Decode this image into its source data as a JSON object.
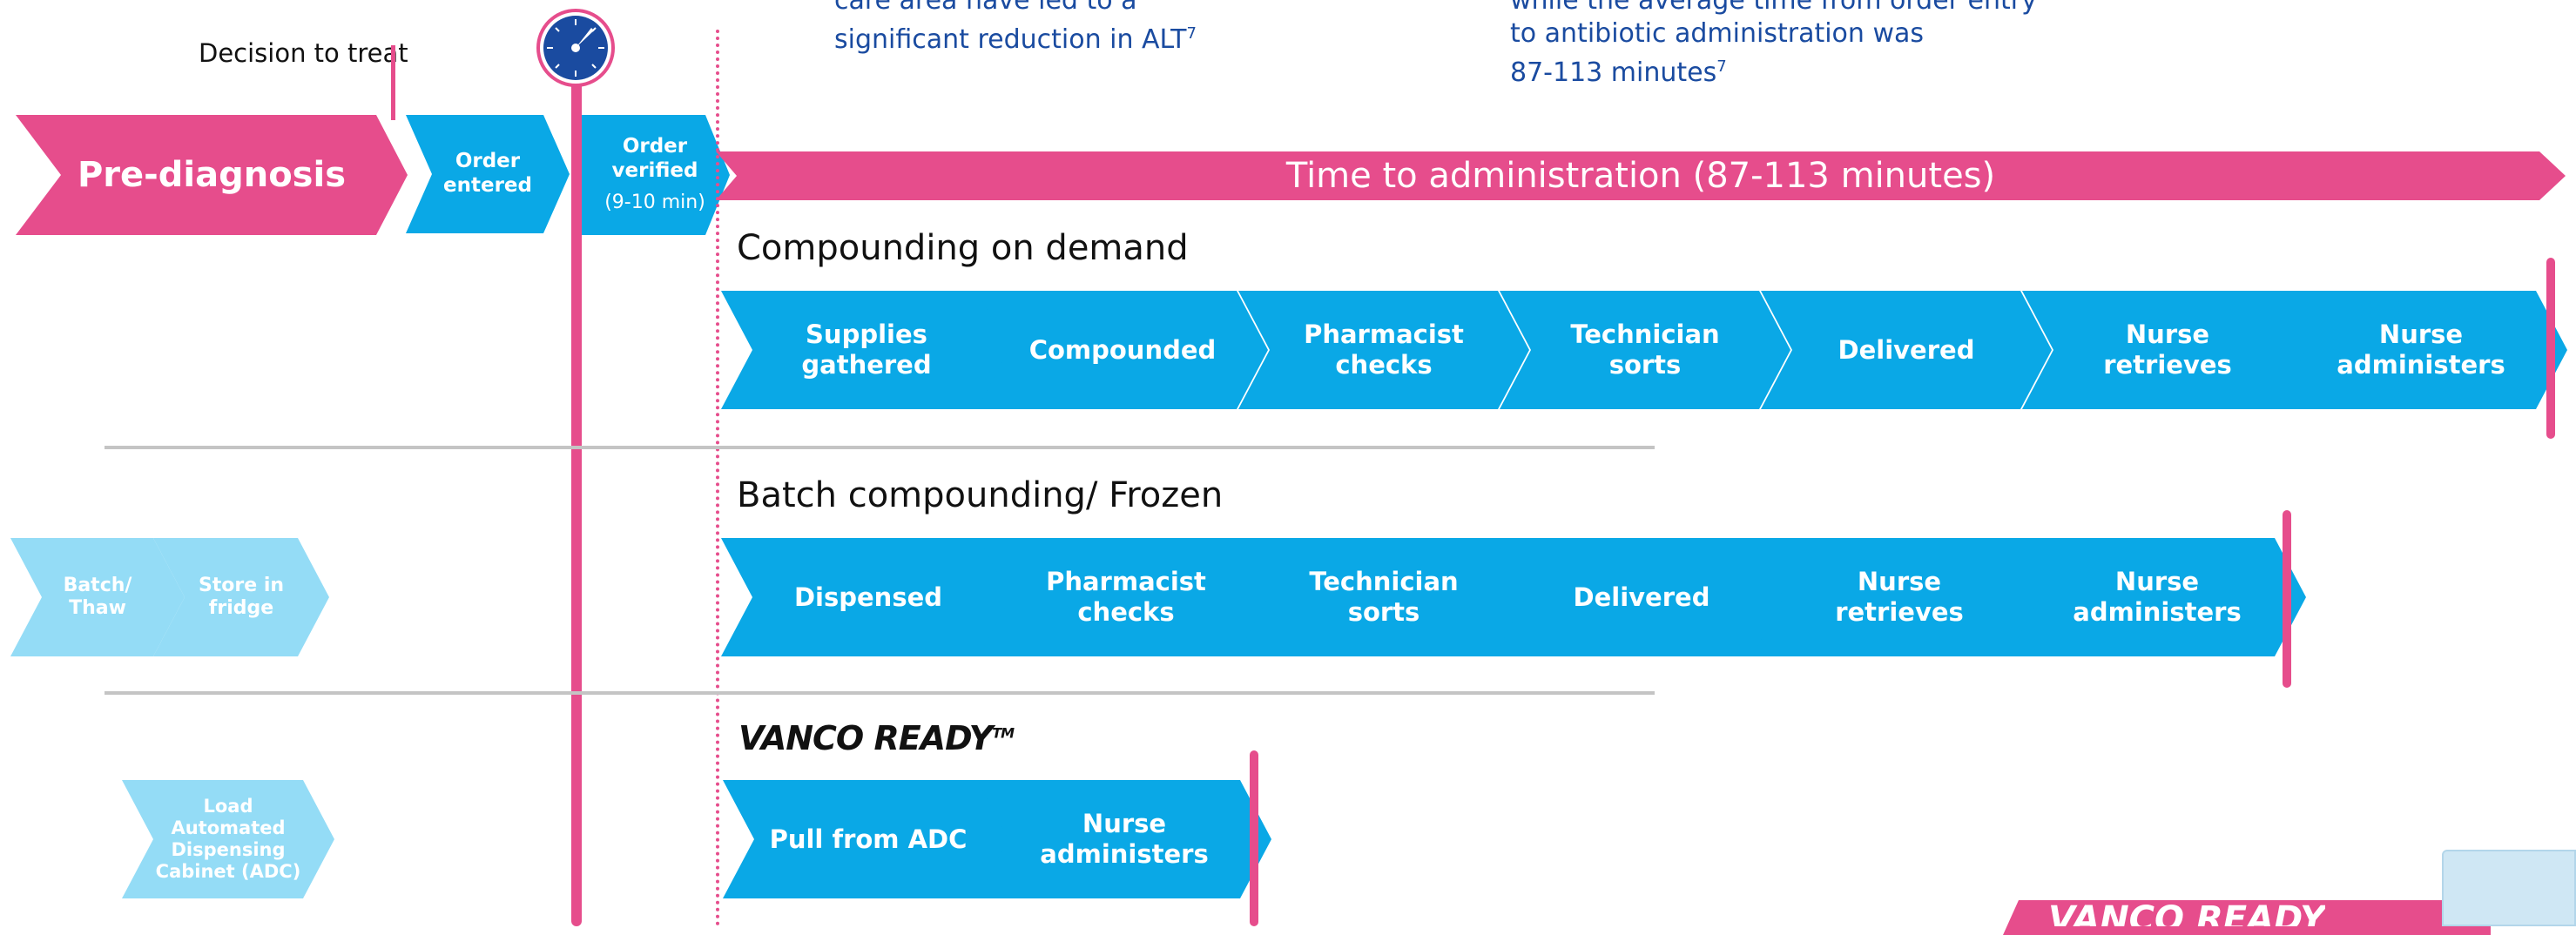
{
  "colors": {
    "pink": "#e64d8c",
    "blue": "#0aa8e6",
    "light_blue": "#94dcf6",
    "text_blue": "#1a4ba0"
  },
  "references": {
    "left": [
      "care area have led to a",
      "significant reduction in ALT"
    ],
    "left_sup": "7",
    "right": [
      "while the average time from order entry",
      "to antibiotic administration was",
      "87-113 minutes"
    ],
    "right_sup": "7"
  },
  "header": {
    "decision_label": "Decision to treat",
    "clock_icon": "clock-icon",
    "pre_diagnosis": "Pre-diagnosis",
    "order_entered": [
      "Order",
      "entered"
    ],
    "order_verified": [
      "Order",
      "verified"
    ],
    "order_verified_time": "(9-10 min)",
    "time_to_admin": "Time to administration (87-113 minutes)"
  },
  "rows": {
    "on_demand": {
      "title": "Compounding on demand",
      "steps": [
        [
          "Supplies",
          "gathered"
        ],
        [
          "Compounded"
        ],
        [
          "Pharmacist",
          "checks"
        ],
        [
          "Technician",
          "sorts"
        ],
        [
          "Delivered"
        ],
        [
          "Nurse",
          "retrieves"
        ],
        [
          "Nurse",
          "administers"
        ]
      ]
    },
    "batch": {
      "title": "Batch compounding/ Frozen",
      "pre_steps": [
        [
          "Batch/",
          "Thaw"
        ],
        [
          "Store in",
          "fridge"
        ]
      ],
      "steps": [
        [
          "Dispensed"
        ],
        [
          "Pharmacist",
          "checks"
        ],
        [
          "Technician",
          "sorts"
        ],
        [
          "Delivered"
        ],
        [
          "Nurse",
          "retrieves"
        ],
        [
          "Nurse",
          "administers"
        ]
      ]
    },
    "vanco": {
      "title": "VANCO READY",
      "title_tm": "TM",
      "pre_steps": [
        [
          "Load",
          "Automated",
          "Dispensing",
          "Cabinet (ADC)"
        ]
      ],
      "steps": [
        [
          "Pull from ADC"
        ],
        [
          "Nurse",
          "administers"
        ]
      ]
    }
  },
  "footer_badge": "VANCO READY"
}
